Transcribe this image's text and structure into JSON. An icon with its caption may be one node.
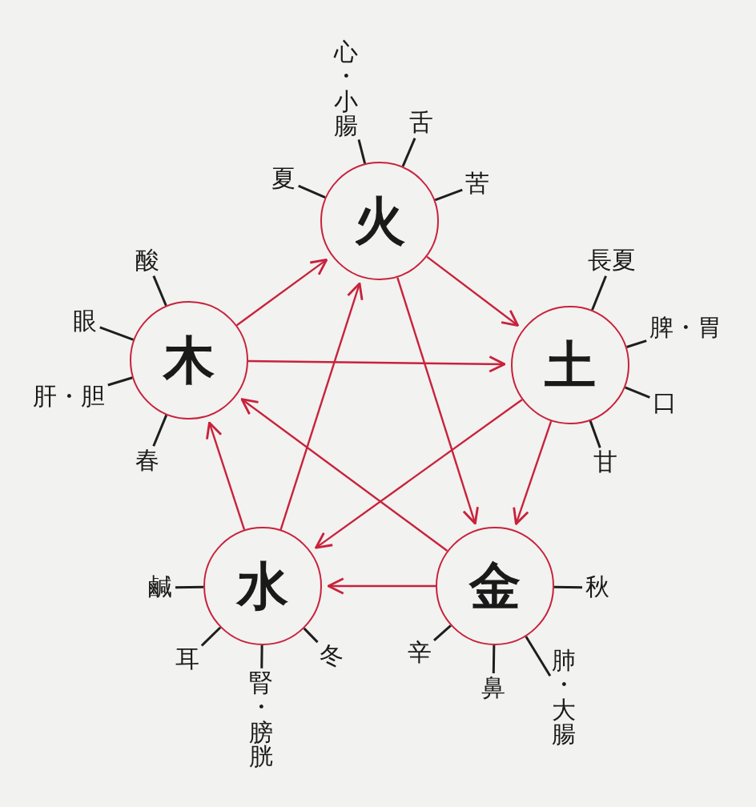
{
  "diagram": {
    "nodes": [
      {
        "text": [
          "火"
        ]
      },
      {
        "text": [
          "心・小腸"
        ]
      },
      {
        "text": [
          "舌"
        ]
      },
      {
        "text": [
          "夏"
        ]
      },
      {
        "text": [
          "苦"
        ]
      },
      {
        "text": [
          "木"
        ]
      },
      {
        "text": [
          "酸"
        ]
      },
      {
        "text": [
          "眼"
        ]
      },
      {
        "text": [
          "肝・胆"
        ]
      },
      {
        "text": [
          "春"
        ]
      },
      {
        "text": [
          "土"
        ]
      },
      {
        "text": [
          "長夏"
        ]
      },
      {
        "text": [
          "脾・胃"
        ]
      },
      {
        "text": [
          "口"
        ]
      },
      {
        "text": [
          "甘"
        ]
      },
      {
        "text": [
          "水"
        ]
      },
      {
        "text": [
          "鹹"
        ]
      },
      {
        "text": [
          "耳"
        ]
      },
      {
        "text": [
          "冬"
        ]
      },
      {
        "text": [
          "腎・膀胱"
        ]
      },
      {
        "text": [
          "金"
        ]
      },
      {
        "text": [
          "秋"
        ]
      },
      {
        "text": [
          "辛"
        ]
      },
      {
        "text": [
          "鼻"
        ]
      },
      {
        "text": [
          "肺・大腸"
        ]
      }
    ],
    "edges": [
      {
        "from": 5,
        "to": 0,
        "arrow": "to",
        "color": "#c8223c"
      },
      {
        "from": 0,
        "to": 10,
        "arrow": "to",
        "color": "#c8223c"
      },
      {
        "from": 10,
        "to": 20,
        "arrow": "to",
        "color": "#c8223c"
      },
      {
        "from": 20,
        "to": 15,
        "arrow": "to",
        "color": "#c8223c"
      },
      {
        "from": 15,
        "to": 5,
        "arrow": "to",
        "color": "#c8223c"
      },
      {
        "from": 5,
        "to": 10,
        "arrow": "to",
        "color": "#c8223c"
      },
      {
        "from": 10,
        "to": 15,
        "arrow": "to",
        "color": "#c8223c"
      },
      {
        "from": 15,
        "to": 0,
        "arrow": "to",
        "color": "#c8223c"
      },
      {
        "from": 0,
        "to": 20,
        "arrow": "to",
        "color": "#c8223c"
      },
      {
        "from": 20,
        "to": 5,
        "arrow": "to",
        "color": "#c8223c"
      },
      {
        "from": 0,
        "to": 1,
        "arrow": "none"
      },
      {
        "from": 0,
        "to": 2,
        "arrow": "none"
      },
      {
        "from": 0,
        "to": 3,
        "arrow": "none"
      },
      {
        "from": 0,
        "to": 4,
        "arrow": "none"
      },
      {
        "from": 5,
        "to": 6,
        "arrow": "none"
      },
      {
        "from": 5,
        "to": 7,
        "arrow": "none"
      },
      {
        "from": 5,
        "to": 8,
        "arrow": "none"
      },
      {
        "from": 5,
        "to": 9,
        "arrow": "none"
      },
      {
        "from": 10,
        "to": 11,
        "arrow": "none"
      },
      {
        "from": 10,
        "to": 12,
        "arrow": "none"
      },
      {
        "from": 10,
        "to": 13,
        "arrow": "none"
      },
      {
        "from": 10,
        "to": 14,
        "arrow": "none"
      },
      {
        "from": 15,
        "to": 16,
        "arrow": "none"
      },
      {
        "from": 15,
        "to": 17,
        "arrow": "none"
      },
      {
        "from": 15,
        "to": 18,
        "arrow": "none"
      },
      {
        "from": 15,
        "to": 19,
        "arrow": "none"
      },
      {
        "from": 20,
        "to": 21,
        "arrow": "none"
      },
      {
        "from": 20,
        "to": 22,
        "arrow": "none"
      },
      {
        "from": 20,
        "to": 23,
        "arrow": "none"
      },
      {
        "from": 20,
        "to": 24,
        "arrow": "none"
      }
    ]
  }
}
